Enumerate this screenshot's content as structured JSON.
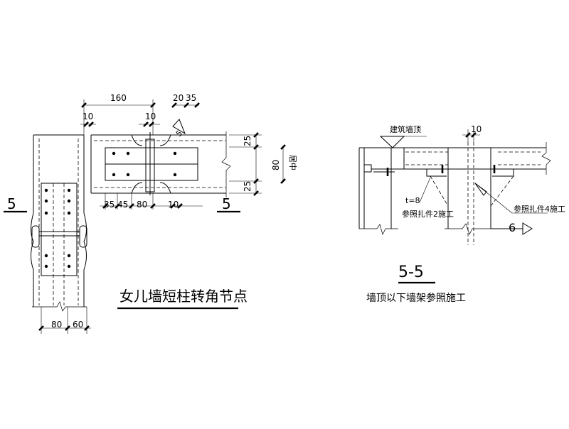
{
  "left_detail": {
    "title": "女儿墙短柱转角节点",
    "section_marks": [
      "5",
      "5"
    ],
    "dims_top": [
      "160",
      "10",
      "10",
      "20",
      "35"
    ],
    "dims_right": [
      "25",
      "80",
      "25"
    ],
    "right_note": "居中",
    "weld_size": "5",
    "dims_bottom_beam": [
      "35",
      "45",
      "80",
      "10"
    ],
    "dims_bottom_col": [
      "80",
      "60"
    ]
  },
  "right_detail": {
    "label_top": "建筑墙顶",
    "dim_top": "10",
    "note_t": "t=8",
    "note_left": "参照扎件2施工",
    "note_right": "参照扎件4施工",
    "section_ref": "6",
    "section_title": "5-5",
    "subtitle": "墙顶以下墙架参照施工"
  }
}
